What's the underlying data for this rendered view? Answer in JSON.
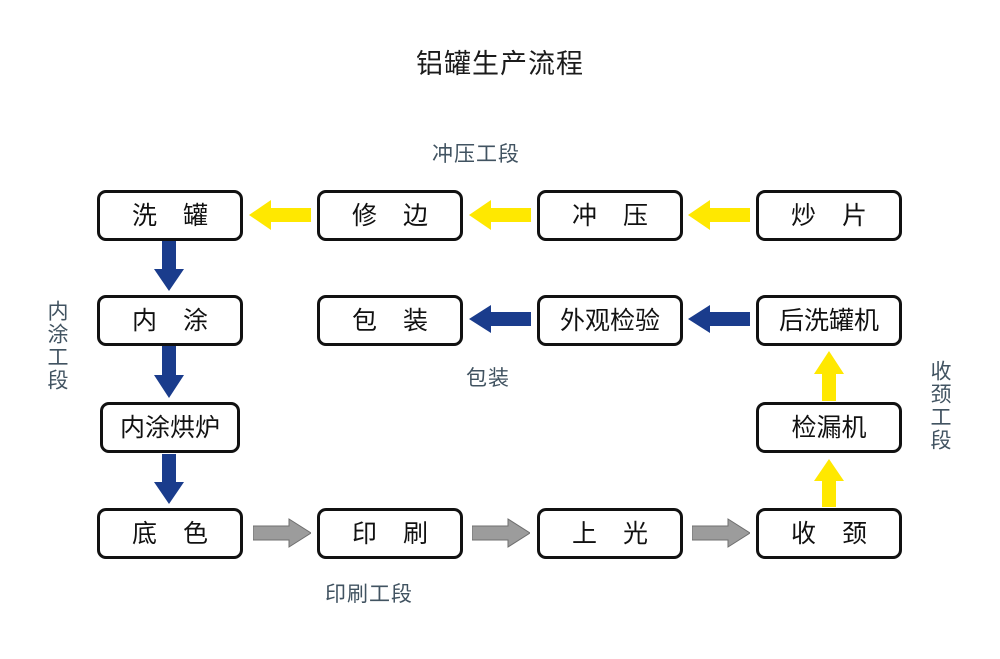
{
  "diagram": {
    "title": "铝罐生产流程",
    "background": "#ffffff",
    "colors": {
      "yellow_arrow": "#FFE800",
      "blue_arrow": "#1A3C8C",
      "gray_arrow": "#9C9C9C",
      "box_border": "#111111",
      "section_label": "#415361",
      "text": "#111111"
    }
  },
  "nodes": {
    "wash_can": {
      "label": "洗 罐",
      "row": 1,
      "col": 1
    },
    "trim": {
      "label": "修 边",
      "row": 1,
      "col": 2
    },
    "stamp": {
      "label": "冲 压",
      "row": 1,
      "col": 3
    },
    "cut_sheet": {
      "label": "炒 片",
      "row": 1,
      "col": 4
    },
    "inner_coat": {
      "label": "内 涂",
      "row": 2,
      "col": 1
    },
    "packaging": {
      "label": "包 装",
      "row": 2,
      "col": 2
    },
    "visual_check": {
      "label": "外观检验",
      "row": 2,
      "col": 3
    },
    "post_washer": {
      "label": "后洗罐机",
      "row": 2,
      "col": 4
    },
    "inner_coat_oven": {
      "label": "内涂烘炉",
      "row": 3,
      "col": 1
    },
    "leak_tester": {
      "label": "检漏机",
      "row": 3,
      "col": 4
    },
    "base_color": {
      "label": "底 色",
      "row": 4,
      "col": 1
    },
    "printing": {
      "label": "印 刷",
      "row": 4,
      "col": 2
    },
    "varnish": {
      "label": "上 光",
      "row": 4,
      "col": 3
    },
    "necking": {
      "label": "收 颈",
      "row": 4,
      "col": 4
    }
  },
  "section_labels": {
    "stamping": "冲压工段",
    "packaging": "包装",
    "printing": "印刷工段",
    "inner_coat": "内涂工段",
    "necking": "收颈工段"
  },
  "flow": [
    {
      "from": "炒 片",
      "to": "冲 压",
      "color": "#FFE800",
      "direction": "left"
    },
    {
      "from": "冲 压",
      "to": "修 边",
      "color": "#FFE800",
      "direction": "left"
    },
    {
      "from": "修 边",
      "to": "洗 罐",
      "color": "#FFE800",
      "direction": "left"
    },
    {
      "from": "洗 罐",
      "to": "内 涂",
      "color": "#1A3C8C",
      "direction": "down"
    },
    {
      "from": "内 涂",
      "to": "内涂烘炉",
      "color": "#1A3C8C",
      "direction": "down"
    },
    {
      "from": "内涂烘炉",
      "to": "底 色",
      "color": "#1A3C8C",
      "direction": "down"
    },
    {
      "from": "底 色",
      "to": "印 刷",
      "color": "#9C9C9C",
      "direction": "right"
    },
    {
      "from": "印 刷",
      "to": "上 光",
      "color": "#9C9C9C",
      "direction": "right"
    },
    {
      "from": "上 光",
      "to": "收 颈",
      "color": "#9C9C9C",
      "direction": "right"
    },
    {
      "from": "收 颈",
      "to": "检漏机",
      "color": "#FFE800",
      "direction": "up"
    },
    {
      "from": "检漏机",
      "to": "后洗罐机",
      "color": "#FFE800",
      "direction": "up"
    },
    {
      "from": "后洗罐机",
      "to": "外观检验",
      "color": "#1A3C8C",
      "direction": "left"
    },
    {
      "from": "外观检验",
      "to": "包 装",
      "color": "#1A3C8C",
      "direction": "left"
    }
  ]
}
